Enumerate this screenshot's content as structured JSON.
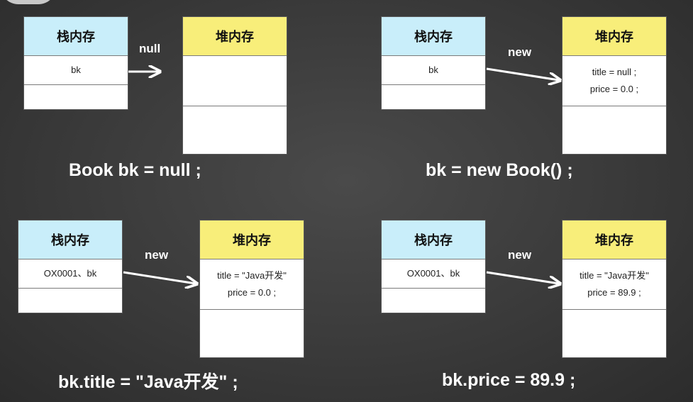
{
  "panels": [
    {
      "stack": {
        "header": "栈内存",
        "cells": [
          "bk",
          ""
        ]
      },
      "heap": {
        "header": "堆内存",
        "cells": [
          "",
          ""
        ]
      },
      "arrow_label": "null",
      "caption": "Book bk = null ;"
    },
    {
      "stack": {
        "header": "栈内存",
        "cells": [
          "bk",
          ""
        ]
      },
      "heap": {
        "header": "堆内存",
        "cells": [
          "title = null ;",
          "price = 0.0 ;"
        ]
      },
      "arrow_label": "new",
      "caption": "bk = new Book() ;"
    },
    {
      "stack": {
        "header": "栈内存",
        "cells": [
          "OX0001、bk",
          ""
        ]
      },
      "heap": {
        "header": "堆内存",
        "cells": [
          "title = \"Java开发\"",
          "price = 0.0 ;"
        ]
      },
      "arrow_label": "new",
      "caption": "bk.title = \"Java开发\" ;"
    },
    {
      "stack": {
        "header": "栈内存",
        "cells": [
          "OX0001、bk",
          ""
        ]
      },
      "heap": {
        "header": "堆内存",
        "cells": [
          "title = \"Java开发\"",
          "price = 89.9 ;"
        ]
      },
      "arrow_label": "new",
      "caption": "bk.price = 89.9 ;"
    }
  ],
  "colors": {
    "stack_header": "#c9eefa",
    "heap_header": "#f8ee7a",
    "background": "#3a3a3a",
    "text_light": "#ffffff"
  }
}
